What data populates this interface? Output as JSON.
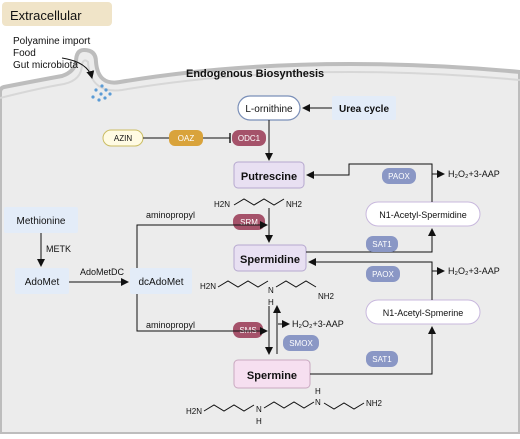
{
  "extracellular": {
    "label": "Extracellular",
    "sources": [
      "Polyamine import",
      "Food",
      "Gut microbiota"
    ]
  },
  "title": "Endogenous Biosynthesis",
  "nodes": {
    "l_ornithine": "L-ornithine",
    "urea_cycle": "Urea cycle",
    "azin": "AZIN",
    "oaz": "OAZ",
    "odc1": "ODC1",
    "putrescine": "Putrescine",
    "srm": "SRM",
    "spermidine": "Spermidine",
    "sms": "SMS",
    "smox": "SMOX",
    "spermine": "Spermine",
    "methionine": "Methionine",
    "metk": "METK",
    "adomet": "AdoMet",
    "adometdc": "AdoMetDC",
    "dcadomet": "dcAdoMet",
    "aminopropyl_top": "aminopropyl",
    "aminopropyl_bottom": "aminopropyl",
    "paox_top": "PAOX",
    "paox_bottom": "PAOX",
    "sat1_top": "SAT1",
    "sat1_bottom": "SAT1",
    "n1_acetyl_spermidine": "N1-Acetyl-Spermidine",
    "n1_acetyl_spermerine": "N1-Acetyl-Spmerine"
  },
  "products": {
    "paox_top": "H₂O₂+3-AAP",
    "paox_bottom": "H₂O₂+3-AAP",
    "smox": "H₂O₂+3-AAP"
  },
  "structures": {
    "putrescine_left": "H2N",
    "putrescine_right": "NH2",
    "spermidine_left": "H2N",
    "spermidine_h": "H",
    "spermidine_n": "N",
    "spermidine_right": "NH2",
    "spermine_left": "H2N",
    "spermine_n1": "N",
    "spermine_h1": "H",
    "spermine_h2": "H",
    "spermine_n2": "N",
    "spermine_right": "NH2"
  },
  "colors": {
    "extracellular_box": "#f0e4c8",
    "membrane_fill": "#ededed",
    "blue_box": "#e3ecf8",
    "metabolite_box": "#e8e0f2",
    "spermine_box": "#f6dff0",
    "enzyme_maroon": "#a5526a",
    "enzyme_blue": "#8a97c5",
    "oaz_orange": "#d9a33b",
    "azin_yellow": "#fffbe3"
  }
}
